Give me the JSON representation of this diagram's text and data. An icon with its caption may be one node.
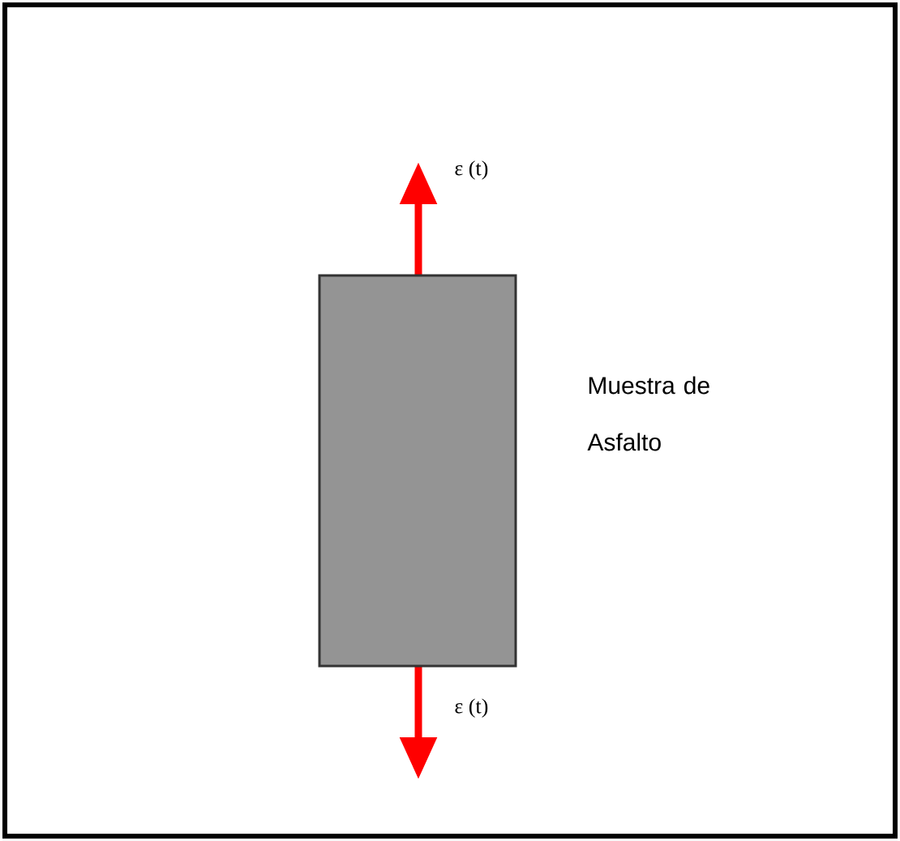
{
  "diagram": {
    "nodes": [
      {
        "text": [],
        "shape": "box",
        "beside": [
          "Muestra de Asfalto"
        ]
      }
    ],
    "labels": [
      "ε (t)",
      "ε (t)"
    ]
  }
}
